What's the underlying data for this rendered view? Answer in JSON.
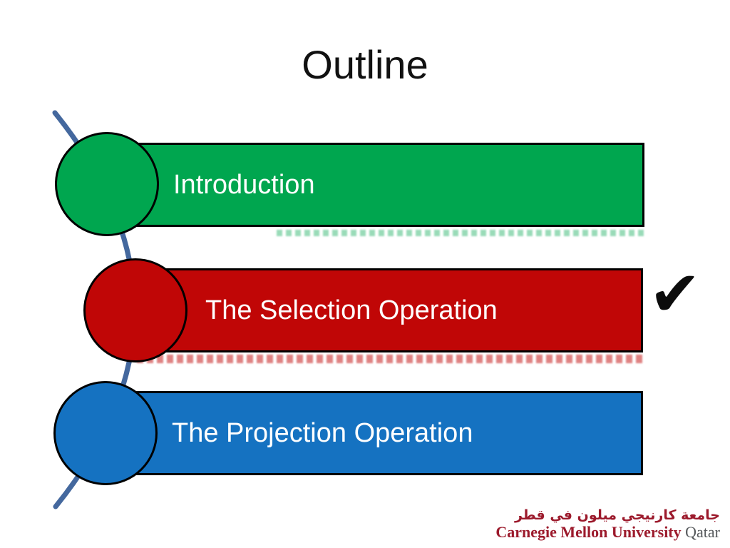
{
  "slide": {
    "title": "Outline",
    "background_color": "#ffffff"
  },
  "outline_items": [
    {
      "label": "Introduction",
      "color": "#00A64F",
      "checked": false
    },
    {
      "label": "The Selection Operation",
      "color": "#C00606",
      "checked": true
    },
    {
      "label": "The Projection Operation",
      "color": "#1572C1",
      "checked": false
    }
  ],
  "checkmark": {
    "glyph": "✔",
    "color": "#0c0c0c"
  },
  "connector": {
    "color": "#44689E"
  },
  "footer_logo": {
    "arabic": "جامعة كارنيجي ميلون في قطر",
    "university": "Carnegie Mellon University",
    "campus": " Qatar",
    "university_color": "#9C1A2C",
    "campus_color": "#55585B"
  }
}
